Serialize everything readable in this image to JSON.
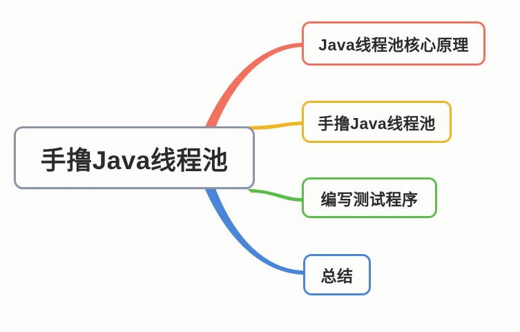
{
  "mindmap": {
    "background_color": "#fdfdfc",
    "text_color": "#2b2b2b",
    "root": {
      "label": "手撸Java线程池",
      "border_color": "#8b95a8"
    },
    "children": [
      {
        "label": "Java线程池核心原理",
        "border_color": "#f2705e",
        "connector_color": "#f2705e"
      },
      {
        "label": "手撸Java线程池",
        "border_color": "#f0b622",
        "connector_color": "#f0b622"
      },
      {
        "label": "编写测试程序",
        "border_color": "#5abf4a",
        "connector_color": "#5abf4a"
      },
      {
        "label": "总结",
        "border_color": "#4a86d8",
        "connector_color": "#4a86d8"
      }
    ]
  }
}
